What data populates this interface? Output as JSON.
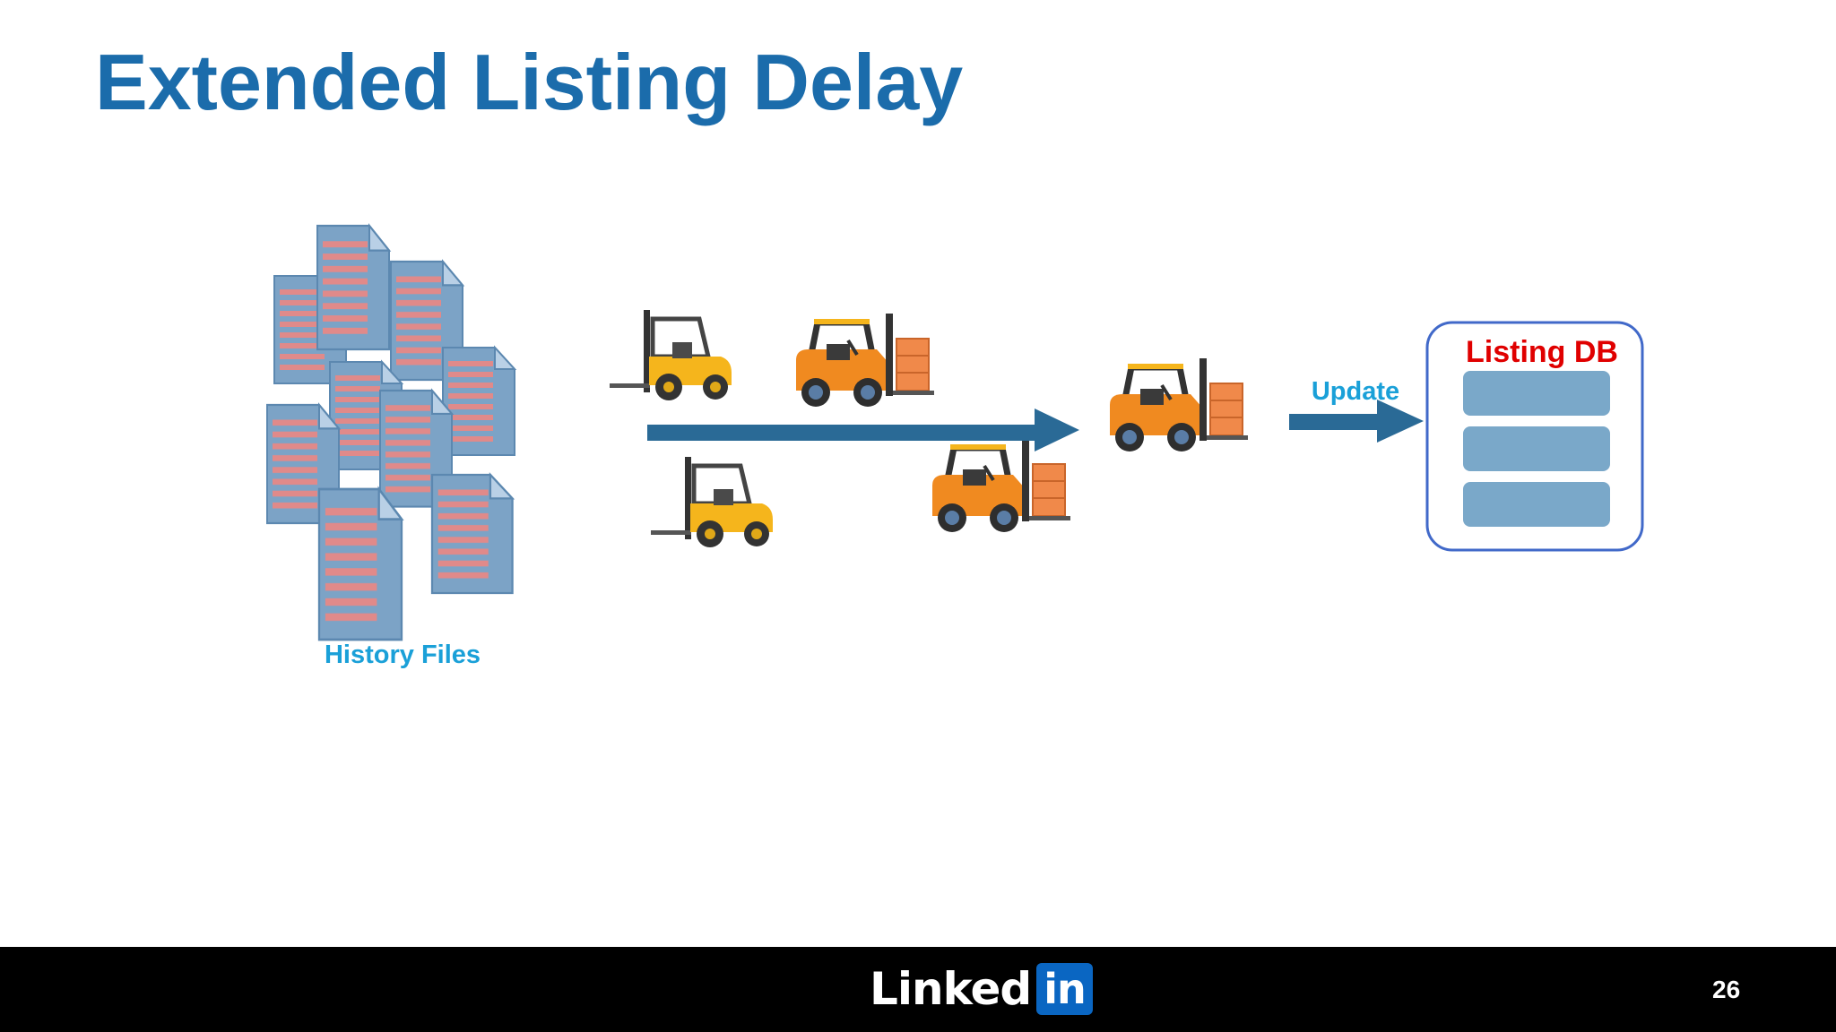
{
  "slide": {
    "title": "Extended Listing Delay",
    "page_number": "26"
  },
  "diagram": {
    "history_files_label": "History Files",
    "update_label": "Update",
    "db_label": "Listing DB",
    "colors": {
      "title": "#1b6cab",
      "arrow": "#2a6a96",
      "file_fill": "#7ca3c6",
      "file_lines": "#e08a8a",
      "label_blue": "#1aa0d8",
      "db_label": "#e00000",
      "db_border": "#4169c9",
      "db_rows": "#7aa8c9",
      "forklift_yellow": "#f5b51c",
      "forklift_orange": "#f08a20",
      "cargo": "#f0894a"
    }
  },
  "footer": {
    "logo_word": "Linked",
    "logo_in": "in"
  }
}
